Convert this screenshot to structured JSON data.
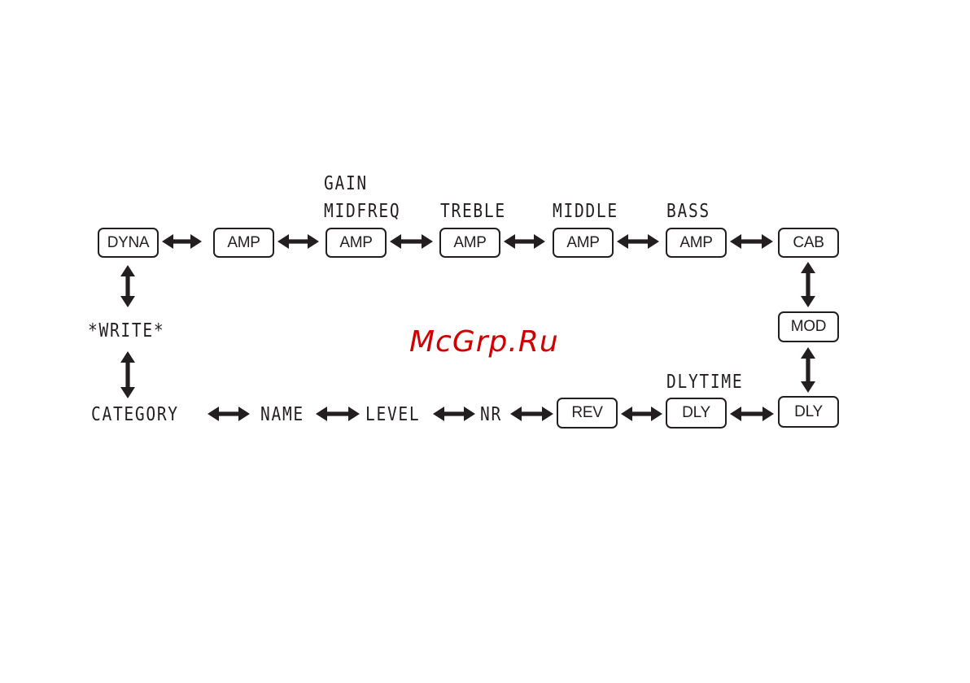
{
  "keys": {
    "dyna": "DYNA",
    "amp1": "AMP",
    "amp2": "AMP",
    "amp3": "AMP",
    "amp4": "AMP",
    "amp5": "AMP",
    "cab": "CAB",
    "mod": "MOD",
    "dly1": "DLY",
    "dly2": "DLY",
    "rev": "REV"
  },
  "lcd": {
    "gain": "GAIN",
    "midfreq": "MIDFREQ",
    "treble": "TREBLE",
    "middle": "MIDDLE",
    "bass": "BASS",
    "dlytime": "DLYTIME",
    "write": "*WRITE*",
    "category": "CATEGORY",
    "name": "NAME",
    "level": "LEVEL",
    "nr": "NR"
  },
  "watermark": "McGrp.Ru",
  "colors": {
    "ink": "#231f20",
    "watermark": "#d00000"
  }
}
